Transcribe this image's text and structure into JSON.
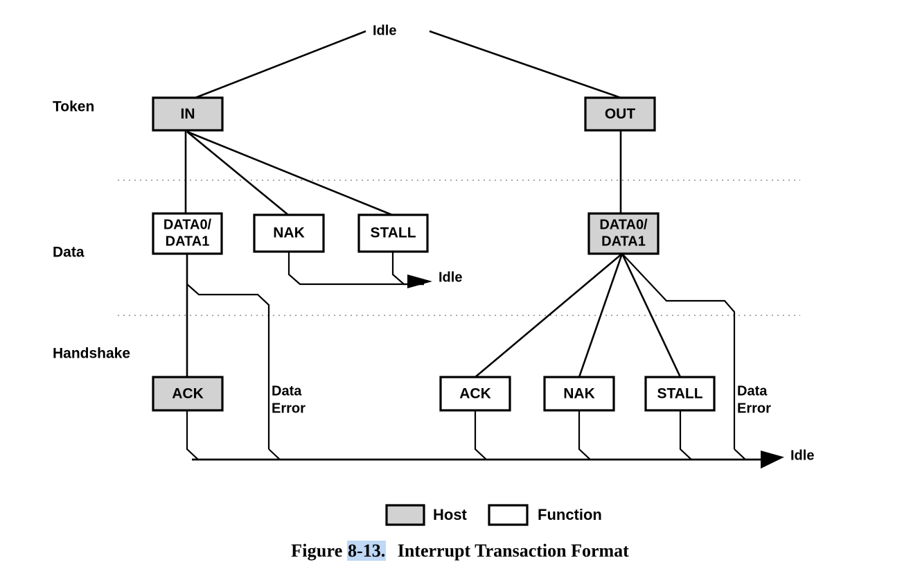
{
  "figure": {
    "caption_prefix": "Figure",
    "caption_number": "8-13.",
    "caption_title": "Interrupt Transaction Format"
  },
  "rows": {
    "token": "Token",
    "data": "Data",
    "handshake": "Handshake"
  },
  "idle": {
    "top": "Idle",
    "middle": "Idle",
    "bottom": "Idle"
  },
  "nodes": {
    "in_token": "IN",
    "out_token": "OUT",
    "data_in_line1": "DATA0/",
    "data_in_line2": "DATA1",
    "data_out_line1": "DATA0/",
    "data_out_line2": "DATA1",
    "nak_data": "NAK",
    "stall_data": "STALL",
    "ack_left": "ACK",
    "ack_right": "ACK",
    "nak_right": "NAK",
    "stall_right": "STALL"
  },
  "annotations": {
    "data_error_left_line1": "Data",
    "data_error_left_line2": "Error",
    "data_error_right_line1": "Data",
    "data_error_right_line2": "Error"
  },
  "legend": {
    "host_label": "Host",
    "function_label": "Function"
  },
  "colors": {
    "host_fill": "#d2d2d2",
    "function_fill": "#ffffff",
    "stroke": "#000000",
    "separator": "#8c8c8c",
    "highlight": "#bed8f5"
  }
}
